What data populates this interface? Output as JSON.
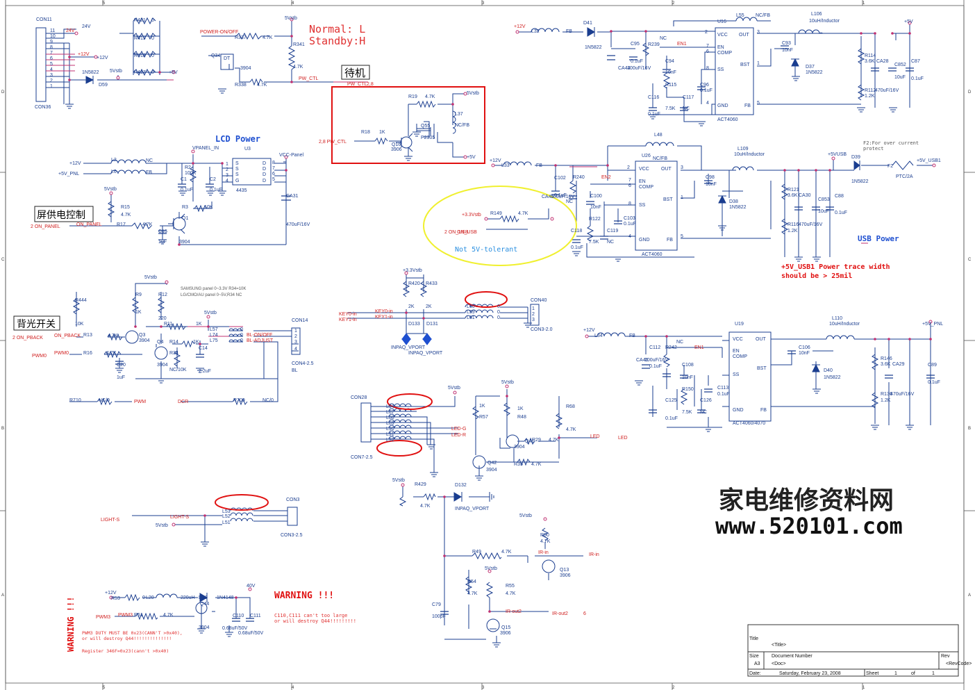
{
  "border": {
    "top_cols": [
      "5",
      "4",
      "3",
      "2",
      "1"
    ],
    "bottom_cols": [
      "5",
      "4",
      "3",
      "2",
      "1"
    ],
    "side_rows": [
      "D",
      "C",
      "B",
      "A"
    ]
  },
  "notes": {
    "normal": "Normal: L",
    "standby": "Standby:H",
    "standby_cn": "待机",
    "lcd_power": "LCD Power",
    "panel_ctrl_cn": "屏供电控制",
    "backlight_cn": "背光开关",
    "samsung1": "SAMSUNG panel 0~3.3V R34=10K",
    "samsung2": "LG/CMO/AU panel 0~5V,R34 NC",
    "not5v": "Not 5V-tolerant",
    "usb_power": "USB Power",
    "usb_trace1": "+5V_USB1 Power trace width",
    "usb_trace2": "should be > 25mil",
    "f2_note1": "F2:For over current",
    "f2_note2": "protect",
    "warning_top": "WARNING !!!",
    "warning_side": "WARNING !!!",
    "c110_1": "C110,C111 can't too large",
    "c110_2": "or will destroy Q44!!!!!!!!!",
    "pwm3_1": "PWM3 DUTY MUST BE 0x23(CANN'T >0x40),",
    "pwm3_2": "or will destroy Q44!!!!!!!!!!!!!!",
    "pwm3_3": "Register 346F=0x23(cann't >0x40)",
    "watermark_cn": "家电维修资料网",
    "watermark_url": "www.520101.com"
  },
  "title_block": {
    "title_label": "Title",
    "title_value": "<Title>",
    "size_label": "Size",
    "size_value": "A3",
    "doc_label": "Document Number",
    "doc_value": "<Doc>",
    "rev_label": "Rev",
    "rev_value": "<RevCode>",
    "date_label": "Date:",
    "date_value": "Saturday, February 23, 2008",
    "sheet_label": "Sheet",
    "sheet_value": "1",
    "of_label": "of",
    "of_value": "1"
  },
  "labels": {
    "con11": "CON11",
    "con36": "CON36",
    "pin11": "11",
    "pin10": "10",
    "pin9": "9",
    "pin8": "8",
    "pin7": "7",
    "pin6": "6",
    "pin5": "5",
    "pin4": "4",
    "pin3": "3",
    "pin2": "2",
    "pin1": "1",
    "v24a": "24V",
    "v24b": "24V",
    "v12a": "+12V",
    "v12b": "+12V",
    "d59p": "1N5822",
    "d59": "D59",
    "v5stb1": "5Vstb",
    "r421": "R421",
    "r419": "R419",
    "r418": "R418",
    "r417": "R417",
    "z1": "0",
    "z2": "0",
    "z3": "0",
    "z4": "0",
    "v5a": "+5V",
    "poweron": "POWER-ON/OFF",
    "r337": "R337",
    "r337v": "4.7K",
    "v5stb2": "5Vstb",
    "r341": "R341",
    "r341v": "4.7K",
    "q34": "Q34",
    "q34p": "3904",
    "dt": "DT",
    "r338": "R338",
    "r338v": "4.7K",
    "pwctl": "PW_CTL",
    "pwctl2": "PW_CTL",
    "num28": "2,8",
    "r19": "R19",
    "r19v": "4.7K",
    "v5stb3": "5Vstb",
    "l37": "L37",
    "l37v": "NC/FB",
    "q55": "Q55",
    "p2305": "P2305",
    "r18": "R18",
    "r18v": "1K",
    "q16": "Q16",
    "q16p": "3906",
    "pwctl3": "2,8 PW_CTL",
    "v5b": "+5V",
    "v12c": "+12V",
    "l2": "L2",
    "l2v": "NC",
    "v5pnl": "+5V_PNL",
    "l6": "L6",
    "l6v": "FB",
    "vpanelin": "VPANEL_IN",
    "u3": "U3",
    "vccpanel": "VCC-Panel",
    "r2": "R2",
    "r2v": "100K",
    "c1": "C1",
    "c1v": "0.1uF",
    "c2": "C2",
    "c2v": "0.1uF",
    "u4435": "4435",
    "u3s1": "S",
    "u3s2": "S",
    "u3s3": "S",
    "u3g": "G",
    "u3d1": "D",
    "u3d2": "D",
    "u3d3": "D",
    "u3d4": "D",
    "u3p1": "1",
    "u3p2": "2",
    "u3p3": "3",
    "u3p4": "4",
    "u3p5": "5",
    "u3p6": "6",
    "u3p7": "7",
    "u3p8": "8",
    "v5stb4": "5Vstb",
    "r15": "R15",
    "r15v": "4.7K",
    "r3": "R3",
    "r3v": "10K",
    "ca31": "CA31",
    "ca31v": "470uF/16V",
    "q1": "Q1",
    "q1p": "3904",
    "r17": "R17",
    "r17v": "4.7K",
    "c15": "C15",
    "c15v": "1uF",
    "onpanel": "ON_PANEL",
    "onpanel2": "2 ON_PANEL",
    "v5stb5": "5Vstb",
    "r444": "R444",
    "r444v": "10K",
    "r9": "R9",
    "r9v": "1K",
    "r12": "R12",
    "r12v": "220",
    "r11": "R11",
    "r11v": "1K",
    "q3": "Q3",
    "q3p": "3904",
    "q4": "Q4",
    "q4p": "3904",
    "r13": "R13",
    "r13v": "4.7K",
    "r16": "R16",
    "r16v": "4.7K",
    "r14": "R14",
    "r14v": "1K",
    "r34": "R34",
    "r34v": "NC/10K",
    "c14": "C14",
    "c14v": "2.2uF",
    "c20": "C20",
    "c20v": "1uF",
    "onpback": "ON_PBACK",
    "onpback2": "2 ON_PBACK",
    "pwm0": "PWM0",
    "pwm0b": "PWM0",
    "v5stb6": "5Vstb",
    "l57": "L57",
    "l74": "L74",
    "l75": "L75",
    "z5": "0",
    "z6": "0",
    "z7": "0",
    "blon": "BL-ON/OFF",
    "bladj": "BL-ADJUST",
    "con14": "CON14",
    "con14v": "CON4-2.5",
    "bl": "BL",
    "p1": "1",
    "p2": "2",
    "p3": "3",
    "p4": "4",
    "r710": "R710",
    "r710v": "NC/0",
    "pwm": "PWM",
    "dcr": "DCR",
    "r709": "R709",
    "r709v": "NC/0",
    "v12d": "+12V",
    "l32": "L32",
    "l32v": "FB",
    "d41": "D41",
    "d41p": "1N5822",
    "ca44": "CA44",
    "ca44v": "100uF/16V",
    "c95": "C95",
    "c95v": "0.1uF",
    "r239": "R239",
    "nc1": "NC",
    "en1": "EN1",
    "c94": "C94",
    "c94v": "10nF",
    "c116": "C116",
    "c116v": "0.1uF",
    "r115": "R115",
    "r115v": "7.5K",
    "c117": "C117",
    "c117v": "NC",
    "c96": "C96",
    "c96v": "0.1uF",
    "u16": "U16",
    "u16p": "ACT4060",
    "l55": "L55",
    "l55v": "NC/FB",
    "c93": "C93",
    "c93v": "10nF",
    "l106": "L106",
    "l106v": "10uH/Inductor",
    "d37": "D37",
    "d37p": "1N5822",
    "v5c": "+5V",
    "r114": "R114",
    "r114v": "3.6K",
    "ca28": "CA28",
    "c852": "C852",
    "c852v": "10uF",
    "c87": "C87",
    "c87v": "0.1uF",
    "r112": "R112",
    "r112v": "1.2K",
    "ca28v": "470uF/16V",
    "u16vcc": "VCC",
    "u16out": "OUT",
    "u16en": "EN",
    "u16comp": "COMP",
    "u16ss": "SS",
    "u16bst": "BST",
    "u16gnd": "GND",
    "u16fb": "FB",
    "u16n2": "2",
    "u16n3": "3",
    "u16n7": "7",
    "u16n6": "6",
    "u16n8": "8",
    "u16n1": "1",
    "u16n4": "4",
    "u16n5": "5",
    "v12e": "+12V",
    "l33": "L33",
    "l33v": "FB",
    "ca45": "CA45",
    "ca45v": "100uF/16V",
    "c102": "C102",
    "c102v": "0.1uF",
    "r240": "R240",
    "nc2": "NC",
    "en2": "EN2",
    "c100": "C100",
    "c100v": "10nF",
    "r122": "R122",
    "r122v": "7.5K",
    "c118": "C118",
    "c118v": "0.1uF",
    "c119": "C119",
    "c119v": "NC",
    "c103": "C103",
    "c103v": "0.1uF",
    "u26": "U26",
    "u26p": "ACT4060",
    "l48": "L48",
    "l48v": "NC/FB",
    "c98": "C98",
    "c98v": "10nF",
    "l109": "L109",
    "l109v": "10uH/Inductor",
    "d38": "D38",
    "d38p": "1N5822",
    "r121": "R121",
    "r121v": "3.6K",
    "ca30": "CA30",
    "c853": "C853",
    "c853v": "10uF",
    "c88": "C88",
    "c88v": "0.1uF",
    "r116": "R116",
    "r116v": "1.2K",
    "ca30v": "470uF/16V",
    "v5usb": "+5VUSB",
    "d39": "D39",
    "d39p": "1N5822",
    "f2": "F2",
    "f2v": "PTC/2A",
    "v5usb1": "+5V_USB1",
    "v33stb": "+3.3Vstb",
    "r149": "R149",
    "r149v": "4.7K",
    "onusb": "ON_USB",
    "onusb2": "2 ON_USB",
    "u26vcc": "VCC",
    "u26out": "OUT",
    "u26en": "EN",
    "u26comp": "COMP",
    "u26ss": "SS",
    "u26bst": "BST",
    "u26gnd": "GND",
    "u26fb": "FB",
    "u26n2": "2",
    "u26n3": "3",
    "u26n7": "7",
    "u26n6": "6",
    "u26n8": "8",
    "u26n1": "1",
    "u26n4": "4",
    "u26n5": "5",
    "v33stb2": "+3.3Vstb",
    "r420": "R420",
    "r420v": "2K",
    "r433": "R433",
    "r433v": "2K",
    "l60": "L60",
    "l59": "L59",
    "l61": "L61",
    "z8": "0",
    "z9": "0",
    "z10": "0",
    "con40": "CON40",
    "con40v": "CON3-2.0",
    "key0": "KEY0-in",
    "key1": "KEY1-in",
    "key0b": "KEY0-in",
    "key1b": "KEY1-in",
    "d133": "D133",
    "d131": "D131",
    "inpaq1": "INPAQ_VPORT",
    "inpaq2": "INPAQ_VPORT",
    "c40p1": "1",
    "c40p2": "2",
    "c40p3": "3",
    "v12f": "+12V",
    "l34": "L34",
    "l34v": "FB",
    "ca46": "CA46",
    "ca46v": "100uF/16V",
    "c112": "C112",
    "c112v": "0.1uF",
    "r242": "R242",
    "nc3": "NC",
    "en1b": "EN1",
    "c108": "C108",
    "c108v": "10nF",
    "c125": "C125",
    "c125v": "0.1uF",
    "r150": "R150",
    "r150v": "7.5K",
    "c126": "C126",
    "c126v": "NC",
    "c113": "C113",
    "c113v": "0.1uF",
    "u19": "U19",
    "u19p": "ACT4060/4070",
    "c106": "C106",
    "c106v": "10nF",
    "l110": "L110",
    "l110v": "10uH/Inductor",
    "d40": "D40",
    "d40p": "1N5822",
    "v5pnl2": "+5V_PNL",
    "r146": "R146",
    "r146v": "3.6K",
    "ca29": "CA29",
    "c89": "C89",
    "c89v": "0.1uF",
    "r136": "R136",
    "r136v": "1.2K",
    "ca29v": "470uF/16V",
    "u19vcc": "VCC",
    "u19out": "OUT",
    "u19en": "EN",
    "u19comp": "COMP",
    "u19ss": "SS",
    "u19bst": "BST",
    "u19gnd": "GND",
    "u19fb": "FB",
    "con28": "CON28",
    "con28v": "CON7-2.5",
    "l94": "L94",
    "l87": "L87",
    "l88": "L88",
    "l89": "L89",
    "l90": "L90",
    "l91": "L91",
    "l92": "L92",
    "ledg": "LED-G",
    "ledr": "LED-R",
    "v5stb7": "5Vstb",
    "v5stb8": "5Vstb",
    "r57": "R57",
    "r57v": "1K",
    "r48": "R48",
    "r48v": "1K",
    "r68": "R68",
    "r68v": "4.7K",
    "q41": "Q41",
    "q41p": "3904",
    "r29": "R29",
    "r29v": "4.7K",
    "led": "LED",
    "led2": "LED",
    "q42": "Q42",
    "q42p": "3904",
    "r35": "R35",
    "r35v": "4.7K",
    "v5stb9": "5Vstb",
    "r429": "R429",
    "r429v": "4.7K",
    "d132": "D132",
    "inpaq3": "INPAQ_VPORT",
    "con3": "CON3",
    "con3v": "CON3-2.5",
    "l53": "L53",
    "l52": "L52",
    "l51": "L51",
    "lights": "LIGHT-S",
    "lights2": "LIGHT-S",
    "v5stb10": "5Vstb",
    "v5stb11": "5Vstb",
    "r50": "R50",
    "r50v": "4.7K",
    "r49": "R49",
    "r49v": "4.7K",
    "irin": "IR-in",
    "irin2": "IR-in",
    "q13": "Q13",
    "q13p": "3906",
    "r54": "R54",
    "r54v": "4.7K",
    "v5stb12": "5Vstb",
    "r55": "R55",
    "r55v": "4.7K",
    "irout": "IR-out2",
    "irout2": "IR-out2",
    "num6": "6",
    "c79": "C79",
    "c79v": "100pF",
    "q15": "Q15",
    "q15p": "3906",
    "v12g": "+12V",
    "r53": "R53",
    "r53v": "0",
    "l20": "L20",
    "l20v": "220uH",
    "d30": "D30",
    "d30p": "1N4148",
    "v40": "40V",
    "q44": "Q44",
    "q44p": "3904",
    "pwm3": "PWM3",
    "pwm3b": "PWM3",
    "r51": "R51",
    "r51v": "4.7K",
    "c110": "C110",
    "c110v": "0.68uF/50V",
    "c111": "C111",
    "c111v": "0.68uF/50V"
  }
}
